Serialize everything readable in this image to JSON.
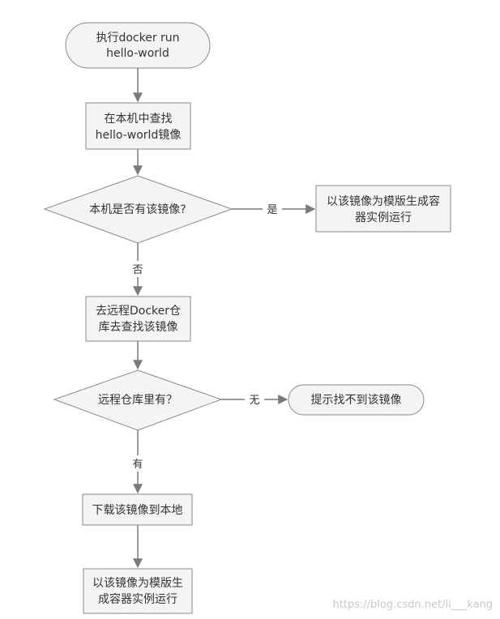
{
  "nodes": {
    "start": {
      "line1": "执行docker run",
      "line2": "hello-world"
    },
    "find_local": {
      "line1": "在本机中查找",
      "line2": "hello-world镜像"
    },
    "has_local": {
      "line1": "本机是否有该镜像?"
    },
    "run_local": {
      "line1": "以该镜像为模版生成容",
      "line2": "器实例运行"
    },
    "find_remote": {
      "line1": "去远程Docker仓",
      "line2": "库去查找该镜像"
    },
    "has_remote": {
      "line1": "远程仓库里有？"
    },
    "not_found": {
      "line1": "提示找不到该镜像"
    },
    "download": {
      "line1": "下载该镜像到本地"
    },
    "run_remote": {
      "line1": "以该镜像为模版生",
      "line2": "成容器实例运行"
    }
  },
  "edges": {
    "yes_local": "是",
    "no_local": "否",
    "no_remote": "无",
    "yes_remote": "有"
  },
  "watermark": "https://blog.csdn.net/li___kang",
  "colors": {
    "node_fill": "#f4f4f4",
    "stroke": "#8a8a8a",
    "arrow": "#7a7a7a",
    "text": "#333333"
  }
}
